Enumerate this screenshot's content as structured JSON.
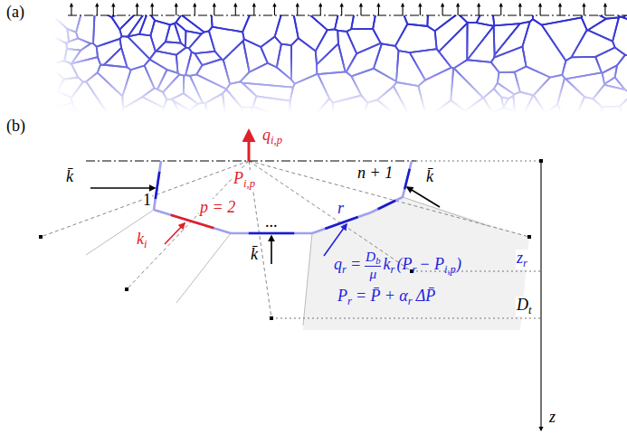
{
  "diagram": {
    "labels": [
      "(a)",
      "(b)",
      "q",
      "i,p",
      "P",
      "i,p",
      "k̄",
      "1",
      "n + 1",
      "k̄",
      "k",
      "i",
      "p = 2",
      "...",
      "r",
      "k̄",
      "q",
      "r",
      "=",
      "D",
      "b",
      "μ",
      "k",
      "r",
      "(P",
      "r",
      "− P",
      "i,p",
      ")",
      "P",
      "r",
      "= P̄ + α",
      "r",
      "ΔP̄",
      "z",
      "r",
      "D",
      "t",
      "z"
    ]
  }
}
